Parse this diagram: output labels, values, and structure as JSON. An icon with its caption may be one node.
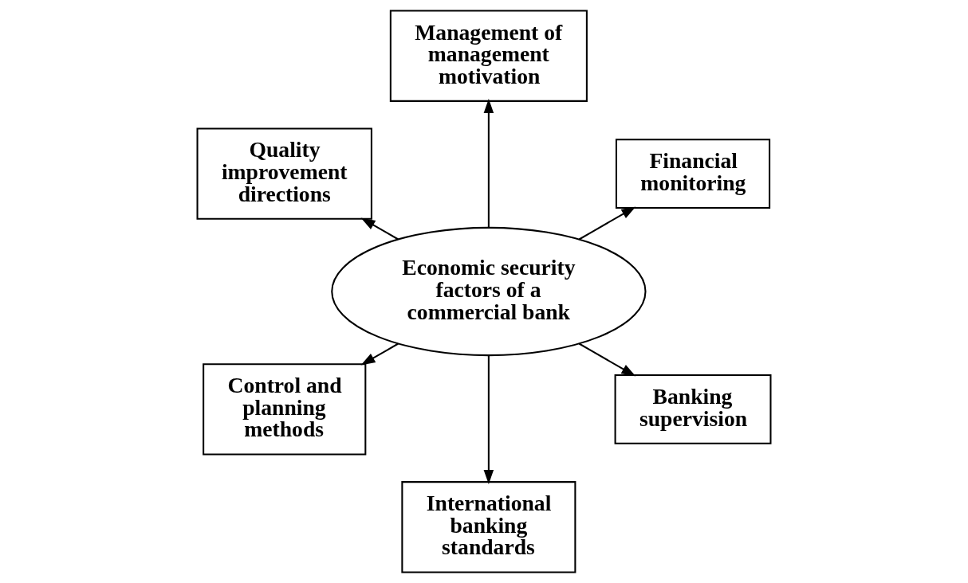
{
  "diagram": {
    "nodes": [
      {
        "text": [
          "Economic security factors of a commercial bank"
        ]
      },
      {
        "text": [
          "Financial monitoring"
        ]
      },
      {
        "text": [
          "Management of management motivation"
        ]
      },
      {
        "text": [
          "Quality improvement directions"
        ]
      },
      {
        "text": [
          "Control and planning methods"
        ]
      },
      {
        "text": [
          "International banking standards"
        ]
      },
      {
        "text": [
          "Banking supervision"
        ]
      }
    ],
    "edges": [
      {
        "from": 0,
        "to": 1,
        "arrow": "to"
      },
      {
        "from": 0,
        "to": 2,
        "arrow": "to"
      },
      {
        "from": 0,
        "to": 3,
        "arrow": "to"
      },
      {
        "from": 0,
        "to": 4,
        "arrow": "to"
      },
      {
        "from": 0,
        "to": 5,
        "arrow": "to"
      },
      {
        "from": 0,
        "to": 6,
        "arrow": "to"
      }
    ]
  }
}
